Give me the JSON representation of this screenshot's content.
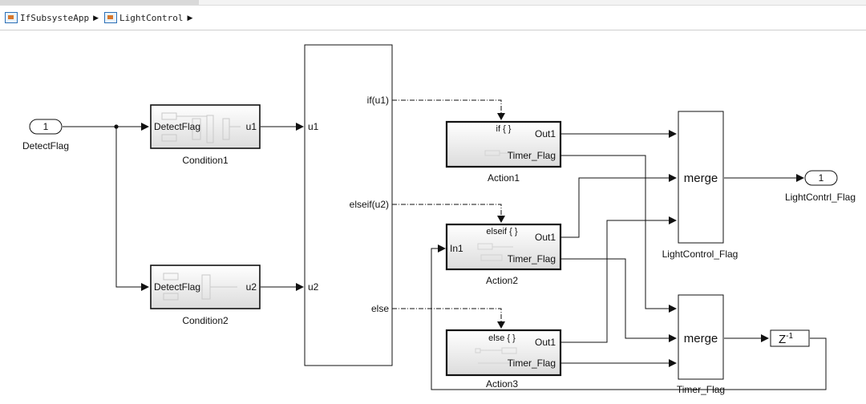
{
  "breadcrumb": {
    "items": [
      {
        "label": "IfSubsysteApp",
        "icon": "subsystem-model-icon"
      },
      {
        "label": "LightControl",
        "icon": "subsystem-icon"
      }
    ]
  },
  "blocks": {
    "inport": {
      "number": "1",
      "name": "DetectFlag"
    },
    "condition1": {
      "name": "Condition1",
      "in": "DetectFlag",
      "out": "u1"
    },
    "condition2": {
      "name": "Condition2",
      "in": "DetectFlag",
      "out": "u2"
    },
    "if_block": {
      "in1": "u1",
      "in2": "u2",
      "out1": "if(u1)",
      "out2": "elseif(u2)",
      "out3": "else"
    },
    "action1": {
      "name": "Action1",
      "action": "if { }",
      "out1": "Out1",
      "out2": "Timer_Flag"
    },
    "action2": {
      "name": "Action2",
      "action": "elseif { }",
      "in1": "In1",
      "out1": "Out1",
      "out2": "Timer_Flag"
    },
    "action3": {
      "name": "Action3",
      "action": "else { }",
      "out1": "Out1",
      "out2": "Timer_Flag"
    },
    "merge1": {
      "name": "LightControl_Flag",
      "label": "merge"
    },
    "merge2": {
      "name": "Timer_Flag",
      "label": "merge"
    },
    "delay": {
      "label": "Z",
      "exp": "-1"
    },
    "outport": {
      "number": "1",
      "name": "LightContrl_Flag"
    }
  }
}
